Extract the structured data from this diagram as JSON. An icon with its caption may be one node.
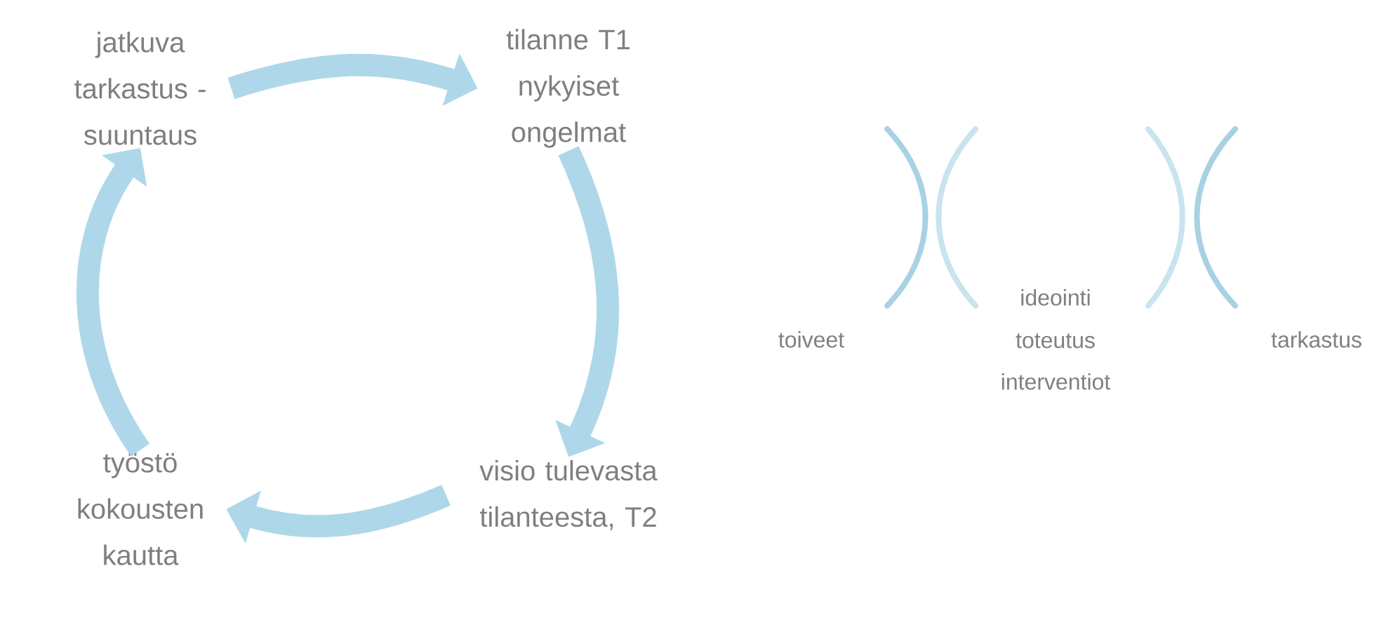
{
  "diagram": {
    "nodes": [
      {
        "text": [
          "jatkuva tarkastus - suuntaus"
        ]
      },
      {
        "text": [
          "tilanne T1 nykyiset ongelmat"
        ]
      },
      {
        "text": [
          "visio tulevasta tilanteesta, T2"
        ]
      },
      {
        "text": [
          "työstö kokousten kautta"
        ]
      }
    ],
    "edges": [
      {
        "from": 0,
        "to": 1,
        "arrow": "to"
      },
      {
        "from": 1,
        "to": 2,
        "arrow": "to"
      },
      {
        "from": 2,
        "to": 3,
        "arrow": "to"
      },
      {
        "from": 3,
        "to": 0,
        "arrow": "to"
      }
    ],
    "labels": [
      "toiveet",
      "ideointi",
      "toteutus",
      "interventiot",
      "tarkastus"
    ]
  }
}
